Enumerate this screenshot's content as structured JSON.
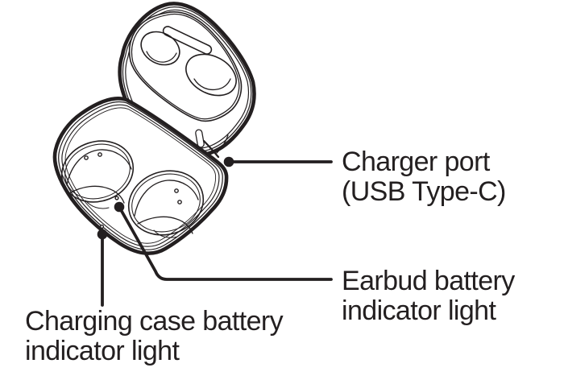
{
  "figure": {
    "kind": "labeled device diagram",
    "device": "wireless earbuds charging case, lid open",
    "background_color": "#ffffff",
    "line_color": "#231f20",
    "callouts": {
      "charger_port": {
        "line1": "Charger port",
        "line2": "(USB Type-C)"
      },
      "earbud_battery": {
        "line1": "Earbud battery",
        "line2": "indicator light"
      },
      "charging_case_battery": {
        "line1": "Charging case battery",
        "line2": "indicator light"
      }
    }
  }
}
